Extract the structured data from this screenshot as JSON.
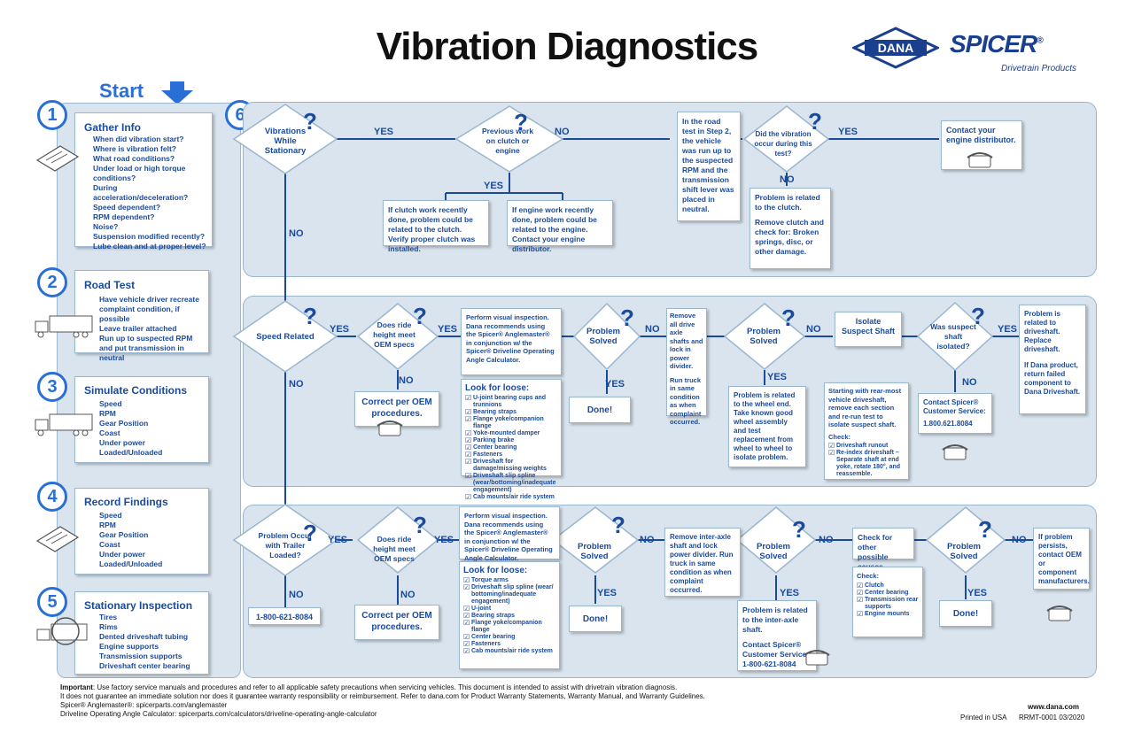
{
  "title": "Vibration Diagnostics",
  "logo": {
    "dana": "DANA",
    "spicer": "SPICER",
    "spicer_mark": "®",
    "sub": "Drivetrain Products"
  },
  "start": "Start",
  "steps": [
    {
      "num": "1",
      "title": "Gather Info",
      "items": [
        "When did vibration start?",
        "Where is vibration felt?",
        "What road conditions?",
        "Under load or high torque conditions?",
        "During acceleration/deceleration?",
        "Speed dependent?",
        "RPM dependent?",
        "Noise?",
        "Suspension modified recently?",
        "Lube clean and at proper level?"
      ]
    },
    {
      "num": "2",
      "title": "Road Test",
      "items": [
        "Have vehicle driver recreate complaint condition, if possible",
        "Leave trailer attached",
        "Run up to suspected RPM and put transmission in neutral"
      ]
    },
    {
      "num": "3",
      "title": "Simulate Conditions",
      "items": [
        "Speed",
        "RPM",
        "Gear Position",
        "Coast",
        "Under power",
        "Loaded/Unloaded"
      ]
    },
    {
      "num": "4",
      "title": "Record Findings",
      "items": [
        "Speed",
        "RPM",
        "Gear Position",
        "Coast",
        "Under power",
        "Loaded/Unloaded"
      ]
    },
    {
      "num": "5",
      "title": "Stationary Inspection",
      "items": [
        "Tires",
        "Rims",
        "Dented driveshaft tubing",
        "Engine supports",
        "Transmission supports",
        "Driveshaft center bearing"
      ]
    }
  ],
  "step6": "6",
  "labels": {
    "yes": "YES",
    "no": "NO"
  },
  "row1": {
    "d1": "Vibrations While Stationary",
    "d2": "Previous work on clutch or engine",
    "clutch_note": "If clutch work recently done, problem could be related to the clutch. Verify proper clutch was installed.",
    "engine_note": "If engine work recently done, problem could be related to the engine. Contact your engine distributor.",
    "road_note": "In the road test in Step 2, the vehicle was run up to the suspected RPM and the transmission shift lever was placed in neutral.",
    "d3": "Did the vibration occur during this test?",
    "contact": "Contact your engine distributor.",
    "clutch_problem": "Problem is related to the clutch.",
    "clutch_remove": "Remove clutch and check for: Broken springs, disc, or other damage."
  },
  "row2": {
    "d1": "Speed Related",
    "d2": "Does ride height meet OEM specs",
    "correct": "Correct per OEM procedures.",
    "visual": "Perform visual inspection. Dana recommends using the Spicer® Anglemaster® in conjunction w/ the Spicer® Driveline Operating Angle Calculator.",
    "look": "Look for loose:",
    "look_items": [
      "U-joint bearing cups and trunnions",
      "Bearing straps",
      "Flange yoke/companion flange",
      "Yoke-mounted damper",
      "Parking brake",
      "Center bearing",
      "Fasteners",
      "Driveshaft for damage/missing weights",
      "Driveshaft slip spline (wear/bottoming/inadequate engagement)",
      "Cab mounts/air ride system"
    ],
    "d3": "Problem Solved",
    "done": "Done!",
    "remove": "Remove all drive axle shafts and lock in power divider.",
    "run": "Run truck in same condition as when complaint occurred.",
    "d4": "Problem Solved",
    "wheel": "Problem is related to the wheel end. Take known good wheel assembly and test replacement from wheel to wheel to isolate problem.",
    "isolate": "Isolate Suspect Shaft",
    "starting": "Starting with rear-most vehicle driveshaft, remove each section and re-run test to isolate suspect shaft.",
    "check": "Check:",
    "check_items": [
      "Driveshaft runout",
      "Re-index driveshaft – Separate shaft at end yoke, rotate 180°, and reassemble."
    ],
    "d5": "Was suspect shaft isolated?",
    "cs": "Contact Spicer® Customer Service:",
    "cs_phone": "1.800.621.8084",
    "replace1": "Problem is related to driveshaft. Replace driveshaft.",
    "replace2": "If Dana product, return failed component to Dana Driveshaft."
  },
  "row3": {
    "d1": "Problem Occur with Trailer Loaded?",
    "phone": "1-800-621-8084",
    "d2": "Does ride height meet OEM specs",
    "correct": "Correct per OEM procedures.",
    "visual": "Perform visual inspection. Dana recommends using the Spicer® Anglemaster® in conjunction w/ the Spicer® Driveline Operating Angle Calculator.",
    "look": "Look for loose:",
    "look_items": [
      "Torque arms",
      "Driveshaft slip spline (wear/ bottoming/inadequate engagement)",
      "U-joint",
      "Bearing straps",
      "Flange yoke/companion flange",
      "Center bearing",
      "Fasteners",
      "Cab mounts/air ride system"
    ],
    "d3": "Problem Solved",
    "done": "Done!",
    "remove": "Remove inter-axle shaft and lock power divider. Run truck in same condition as when complaint occurred.",
    "d4": "Problem Solved",
    "interaxle": "Problem is related to the inter-axle shaft.",
    "cs": "Contact Spicer® Customer Service:",
    "cs_phone": "1-800-621-8084",
    "other": "Check for other possible causes",
    "check": "Check:",
    "check_items": [
      "Clutch",
      "Center bearing",
      "Transmission rear supports",
      "Engine mounts"
    ],
    "d5": "Problem Solved",
    "done2": "Done!",
    "persists": "If problem persists, contact OEM or component manufacturers."
  },
  "footer": {
    "important_bold": "Important",
    "important": ": Use factory service manuals and procedures and refer to all applicable safety precautions when servicing vehicles. This document is intended to assist with drivetrain vibration diagnosis.",
    "line2": "It does not guarantee an immediate solution nor does it guarantee warranty responsibility or reimbursement. Refer to dana.com for Product Warranty Statements, Warranty Manual, and Warranty Guidelines.",
    "line3": "Spicer® Anglemaster®: spicerparts.com/anglemaster",
    "line4": "Driveline Operating Angle Calculator: spicerparts.com/calculators/driveline-operating-angle-calculator",
    "url": "www.dana.com",
    "printed": "Printed in USA",
    "code": "RRMT-0001  03/2020"
  },
  "colors": {
    "panel": "#d9e4ee",
    "accent": "#2a6fd6",
    "text": "#1a4a9c"
  }
}
